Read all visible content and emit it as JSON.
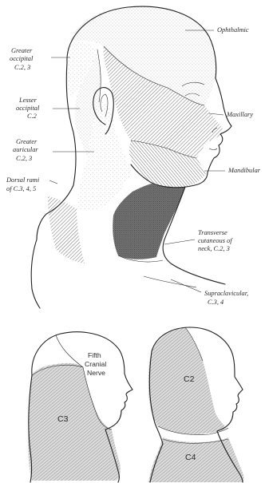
{
  "top_diagram": {
    "labels": {
      "ophthalmic": "Ophthalmic",
      "maxillary": "Maxillary",
      "mandibular": "Mandibular",
      "transverse_1": "Transverse",
      "transverse_2": "cutaneous of",
      "transverse_3": "neck, C.2, 3",
      "supraclavicular_1": "Supraclavicular,",
      "supraclavicular_2": "C.3, 4",
      "greater_occipital_1": "Greater",
      "greater_occipital_2": "occipital",
      "greater_occipital_3": "C.2, 3",
      "lesser_occipital_1": "Lesser",
      "lesser_occipital_2": "occipital",
      "lesser_occipital_3": "C.2",
      "greater_auricular_1": "Greater",
      "greater_auricular_2": "auricular",
      "greater_auricular_3": "C.2, 3",
      "dorsal_rami_1": "Dorsal rami",
      "dorsal_rami_2": "of C.3, 4, 5"
    }
  },
  "bottom_left": {
    "fifth_1": "Fifth",
    "fifth_2": "Cranial",
    "fifth_3": "Nerve",
    "c3": "C3"
  },
  "bottom_right": {
    "c2": "C2",
    "c4": "C4"
  }
}
